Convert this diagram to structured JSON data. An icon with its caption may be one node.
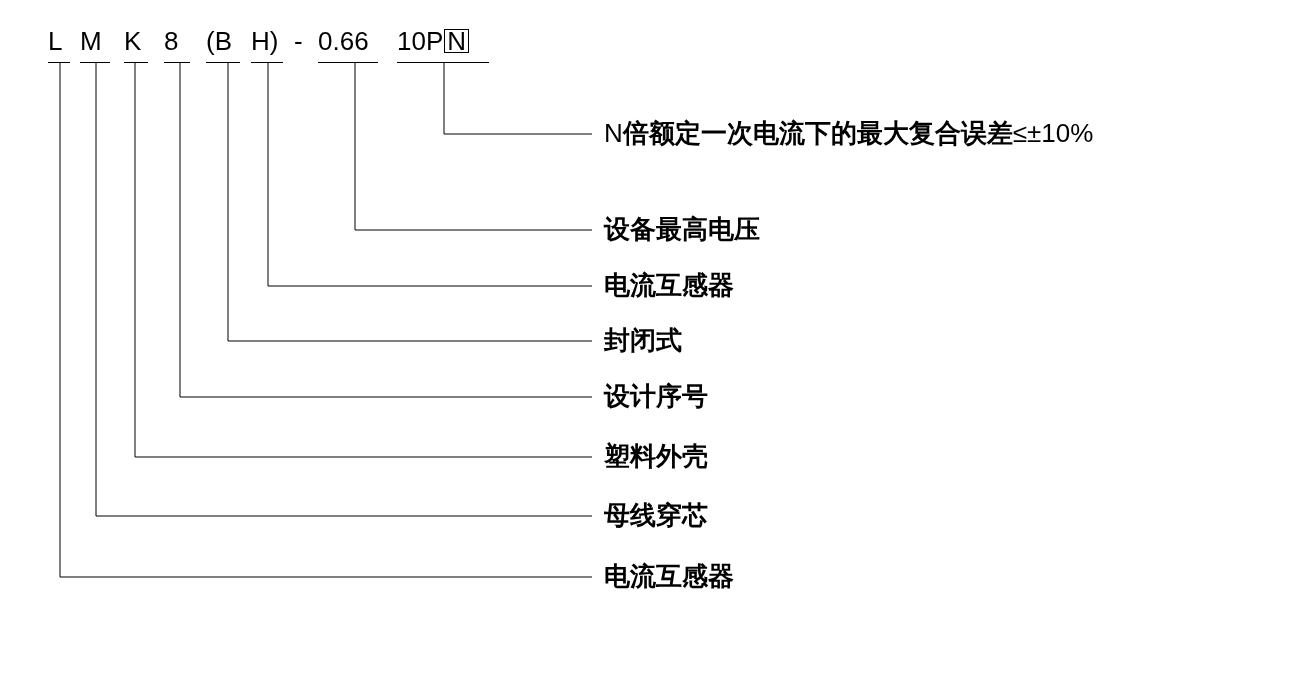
{
  "diagram": {
    "nodes": [
      {
        "text": [
          "L"
        ]
      },
      {
        "text": [
          "M"
        ]
      },
      {
        "text": [
          "K"
        ]
      },
      {
        "text": [
          "8"
        ]
      },
      {
        "text": [
          "(B"
        ]
      },
      {
        "text": [
          "H)"
        ]
      },
      {
        "text": [
          "0.66"
        ]
      },
      {
        "text": [
          "10P",
          "N"
        ]
      },
      {
        "text": [
          "N**倍额定一次电流下的最大复合误差**≤±10%"
        ]
      },
      {
        "text": [
          "设备最高电压"
        ]
      },
      {
        "text": [
          "电流互感器"
        ]
      },
      {
        "text": [
          "封闭式"
        ]
      },
      {
        "text": [
          "设计序号"
        ]
      },
      {
        "text": [
          "塑料外壳"
        ]
      },
      {
        "text": [
          "母线穿芯"
        ]
      },
      {
        "text": [
          "电流互感器"
        ]
      }
    ],
    "edges": [
      {
        "from": 7,
        "to": 8,
        "arrow": "none"
      },
      {
        "from": 6,
        "to": 9,
        "arrow": "none"
      },
      {
        "from": 5,
        "to": 10,
        "arrow": "none"
      },
      {
        "from": 4,
        "to": 11,
        "arrow": "none"
      },
      {
        "from": 3,
        "to": 12,
        "arrow": "none"
      },
      {
        "from": 2,
        "to": 13,
        "arrow": "none"
      },
      {
        "from": 1,
        "to": 14,
        "arrow": "none"
      },
      {
        "from": 0,
        "to": 15,
        "arrow": "none"
      }
    ],
    "labels": [
      "-"
    ]
  }
}
